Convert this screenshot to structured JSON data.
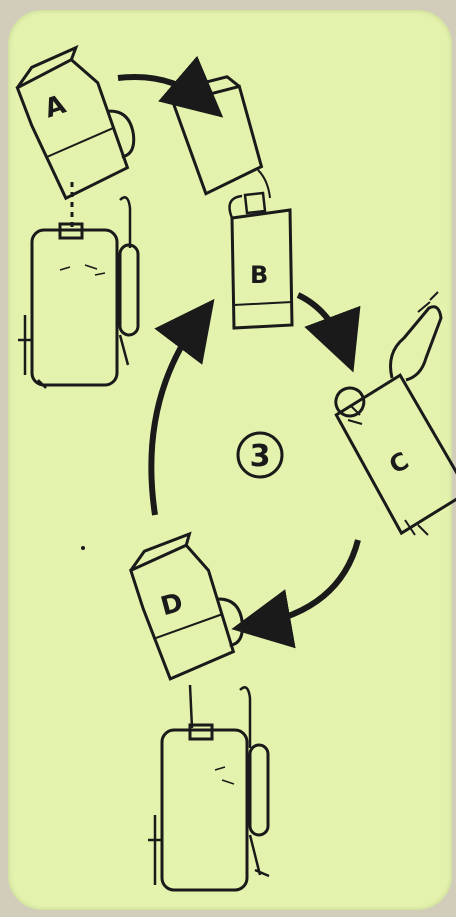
{
  "diagram": {
    "step_number": "3",
    "containers": {
      "a": "A",
      "b": "B",
      "c": "C",
      "d": "D"
    }
  },
  "colors": {
    "card_background": "#e3f3ad",
    "page_background": "#d2cdbb",
    "ink": "#1a1a1a"
  }
}
